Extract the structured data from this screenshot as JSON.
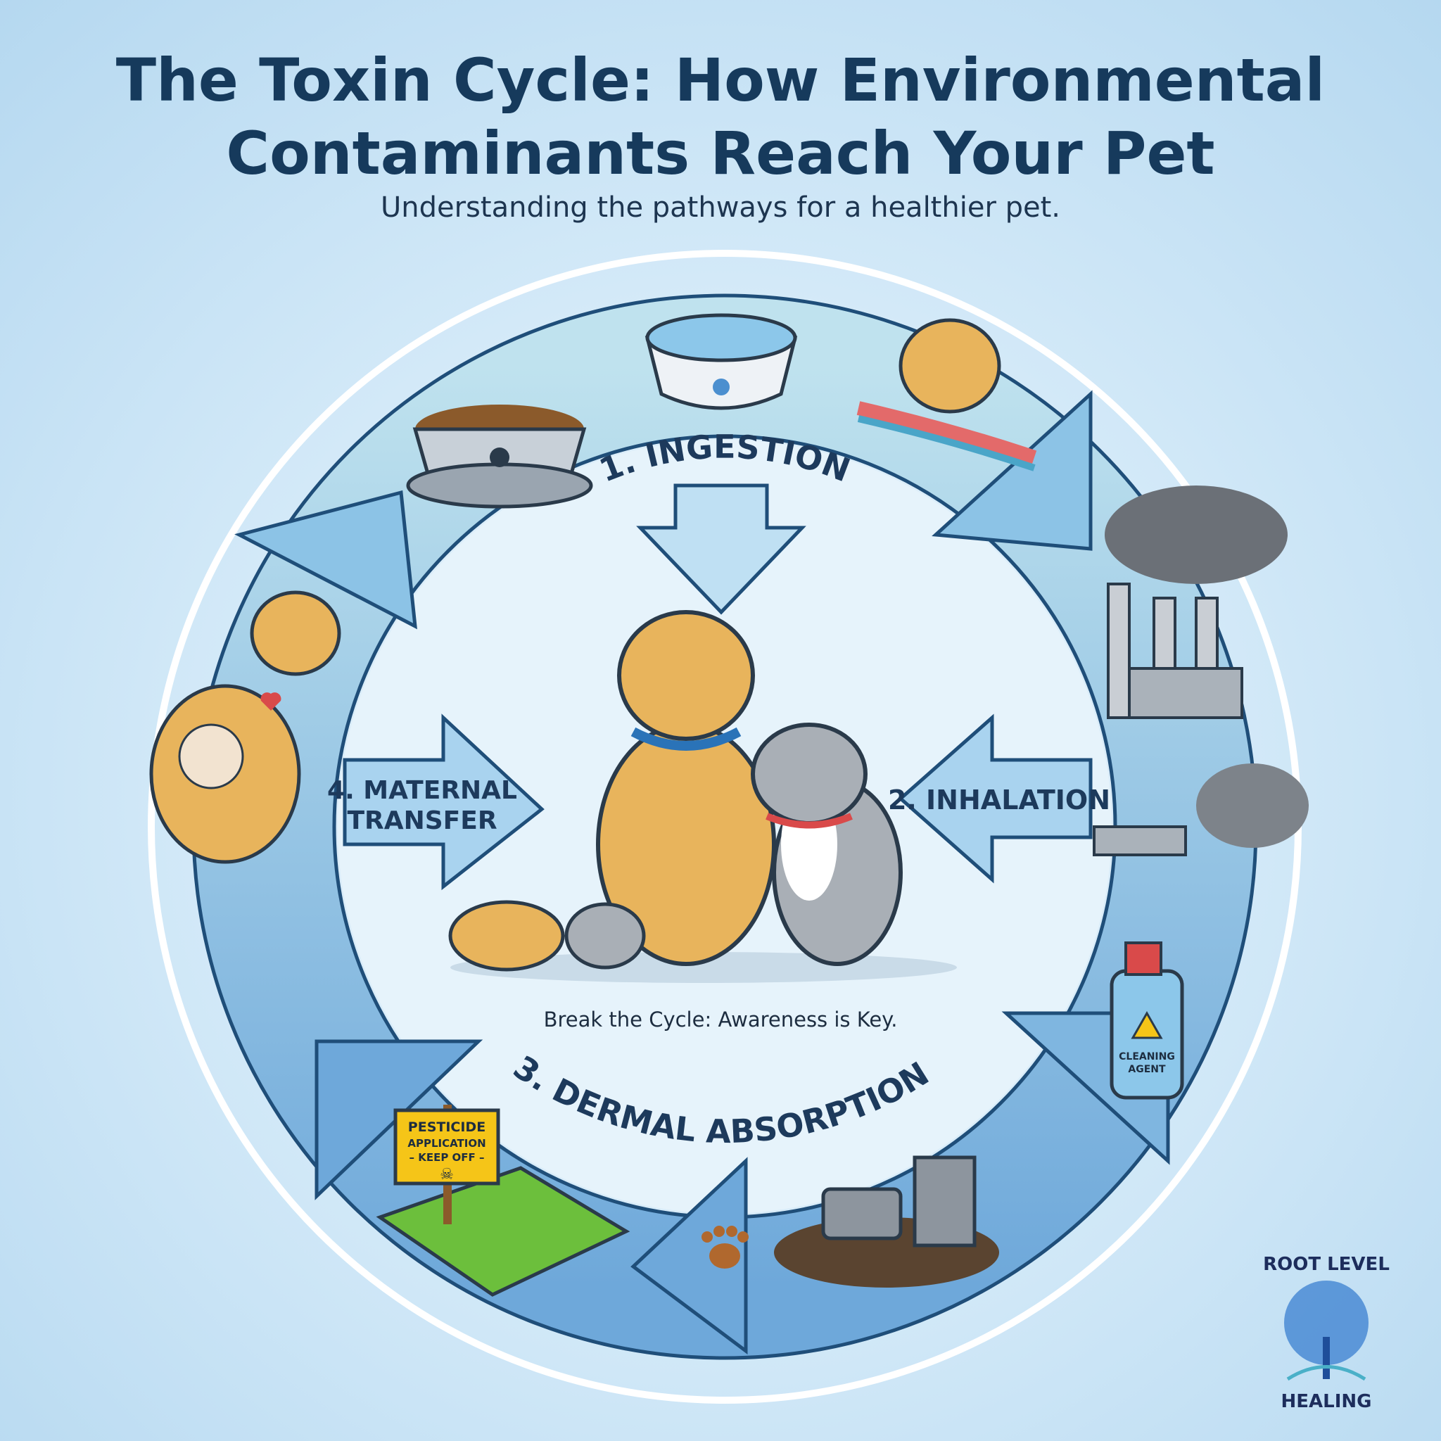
{
  "header": {
    "title_line1": "The Toxin Cycle: How Environmental",
    "title_line2": "Contaminants Reach Your Pet",
    "subtitle": "Understanding the pathways for a healthier pet."
  },
  "stages": [
    {
      "label": "1. INGESTION"
    },
    {
      "label": "2. INHALATION"
    },
    {
      "label": "3. DERMAL ABSORPTION"
    },
    {
      "label_line1": "4. MATERNAL",
      "label_line2": "TRANSFER"
    }
  ],
  "signs": {
    "pesticide_line1": "PESTICIDE",
    "pesticide_line2": "APPLICATION",
    "pesticide_line3": "– KEEP OFF –",
    "cleaning_line1": "CLEANING",
    "cleaning_line2": "AGENT"
  },
  "center": {
    "tagline": "Break the Cycle: Awareness is Key."
  },
  "logo": {
    "top_text": "ROOT LEVEL",
    "bottom_text": "HEALING"
  },
  "colors": {
    "title": "#163a5c",
    "arrow": "#7db8e0",
    "arrow_outline": "#1f4e79",
    "dog": "#e8b45c",
    "cat": "#a9afb6"
  }
}
